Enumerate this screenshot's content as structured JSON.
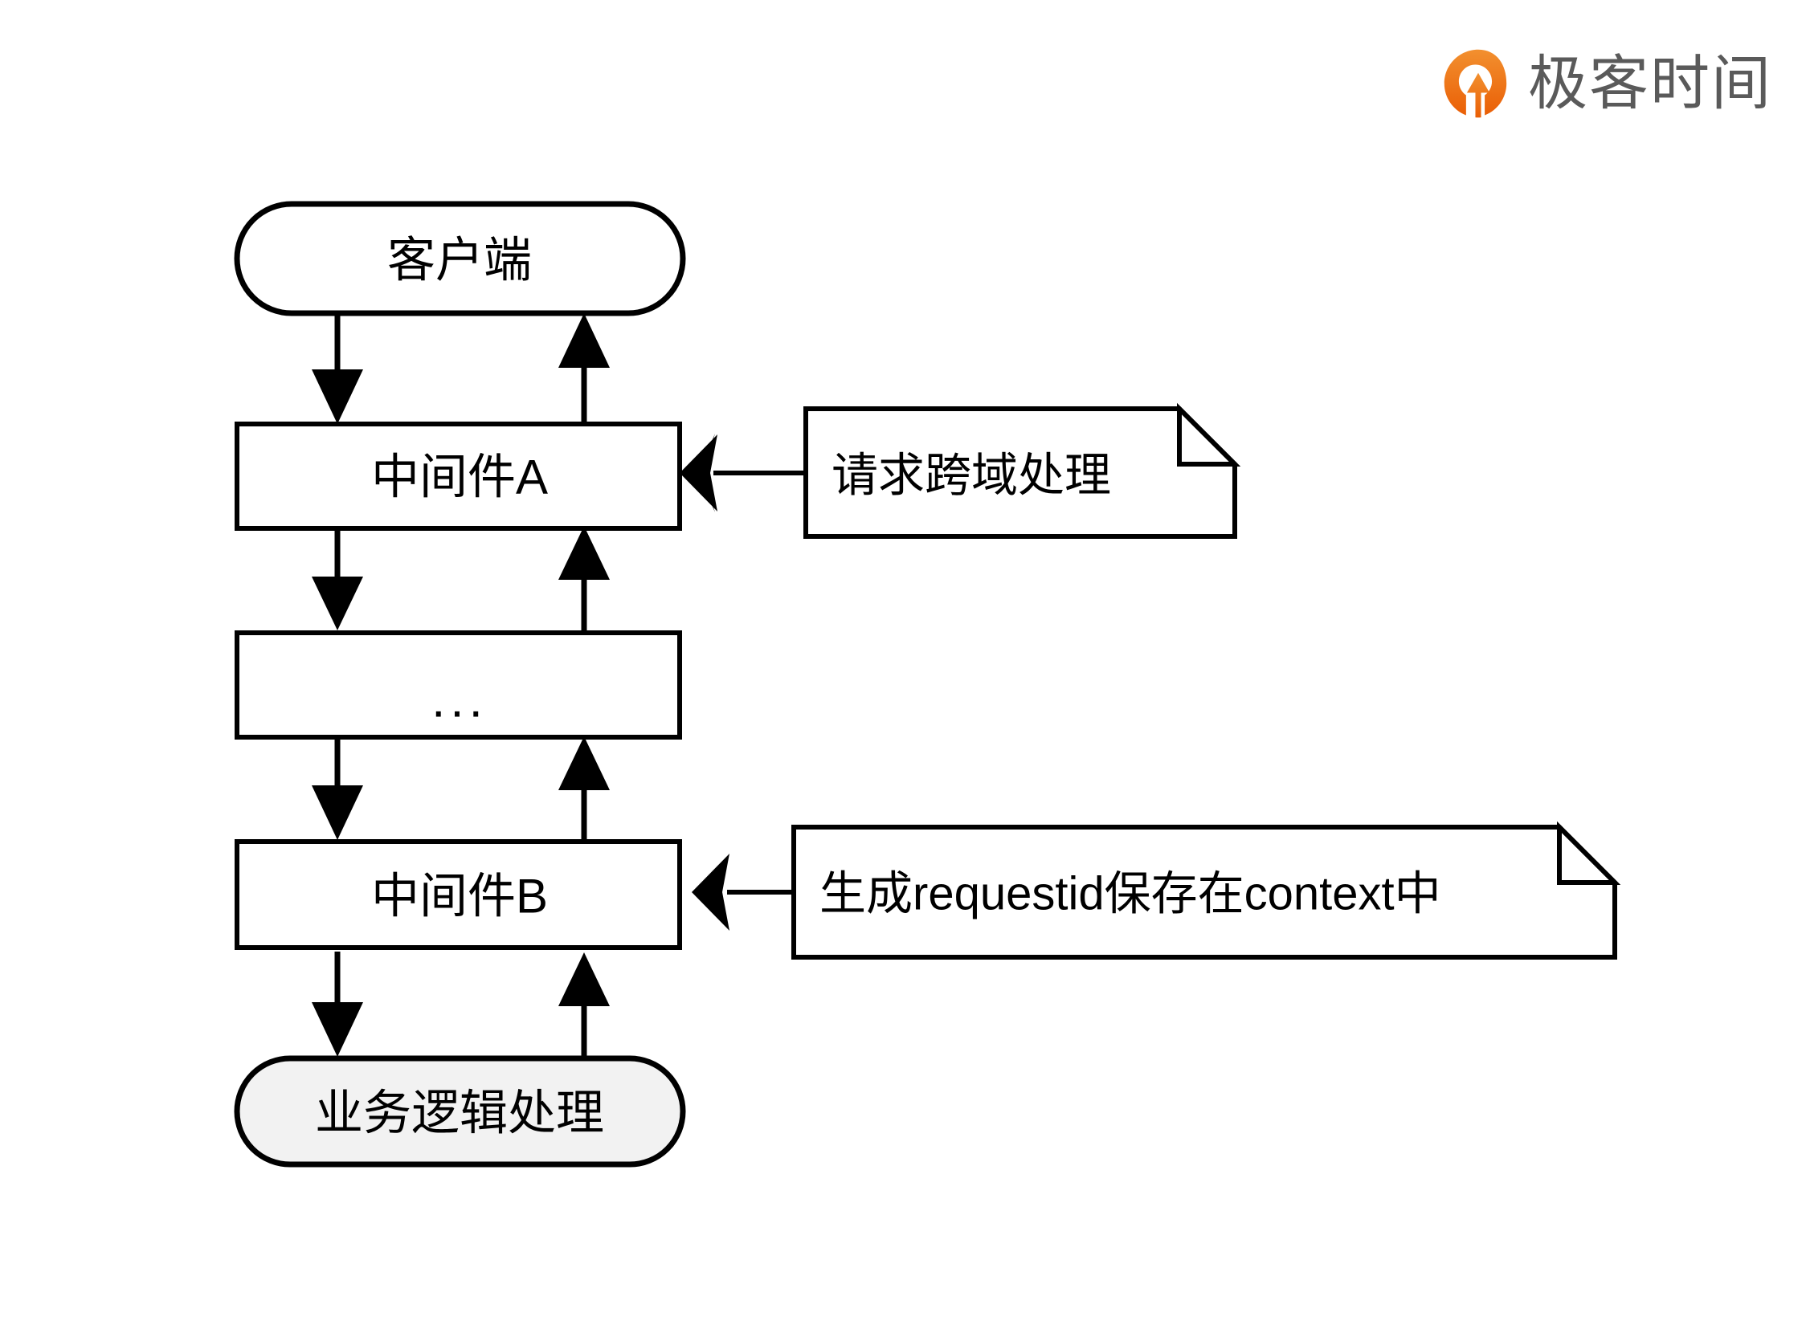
{
  "page": {
    "background_color": "#ffffff",
    "title": "中间件流程图"
  },
  "brand": {
    "name": "极客时间",
    "mark_icon": "geektime-logo-icon",
    "mark_color_top": "#f08326",
    "mark_color_bottom": "#ec6409",
    "text_color": "#5a5a5a"
  },
  "diagram": {
    "type": "flowchart",
    "orientation": "vertical",
    "nodes": [
      {
        "id": "client",
        "label": "客户端",
        "shape": "stadium",
        "fill": "#ffffff"
      },
      {
        "id": "middleware-a",
        "label": "中间件A",
        "shape": "rectangle",
        "fill": "#ffffff"
      },
      {
        "id": "ellipsis",
        "label": "...",
        "shape": "rectangle",
        "fill": "#ffffff"
      },
      {
        "id": "middleware-b",
        "label": "中间件B",
        "shape": "rectangle",
        "fill": "#ffffff"
      },
      {
        "id": "business",
        "label": "业务逻辑处理",
        "shape": "stadium",
        "fill": "#f2f2f2"
      }
    ],
    "notes": [
      {
        "id": "note-cors",
        "label": "请求跨域处理",
        "attached_to": "middleware-a"
      },
      {
        "id": "note-requestid",
        "label": "生成requestid保存在context中",
        "attached_to": "middleware-b"
      }
    ],
    "edges": [
      {
        "from": "client",
        "to": "middleware-a",
        "direction": "down",
        "arrow": "solid"
      },
      {
        "from": "middleware-a",
        "to": "client",
        "direction": "up",
        "arrow": "solid"
      },
      {
        "from": "middleware-a",
        "to": "ellipsis",
        "direction": "down",
        "arrow": "solid"
      },
      {
        "from": "ellipsis",
        "to": "middleware-a",
        "direction": "up",
        "arrow": "solid"
      },
      {
        "from": "ellipsis",
        "to": "middleware-b",
        "direction": "down",
        "arrow": "solid"
      },
      {
        "from": "middleware-b",
        "to": "ellipsis",
        "direction": "up",
        "arrow": "solid"
      },
      {
        "from": "middleware-b",
        "to": "business",
        "direction": "down",
        "arrow": "solid"
      },
      {
        "from": "business",
        "to": "middleware-b",
        "direction": "up",
        "arrow": "solid"
      },
      {
        "from": "note-cors",
        "to": "middleware-a",
        "direction": "left",
        "arrow": "open"
      },
      {
        "from": "note-requestid",
        "to": "middleware-b",
        "direction": "left",
        "arrow": "open"
      }
    ],
    "stroke_color": "#000000",
    "text_color": "#000000"
  }
}
